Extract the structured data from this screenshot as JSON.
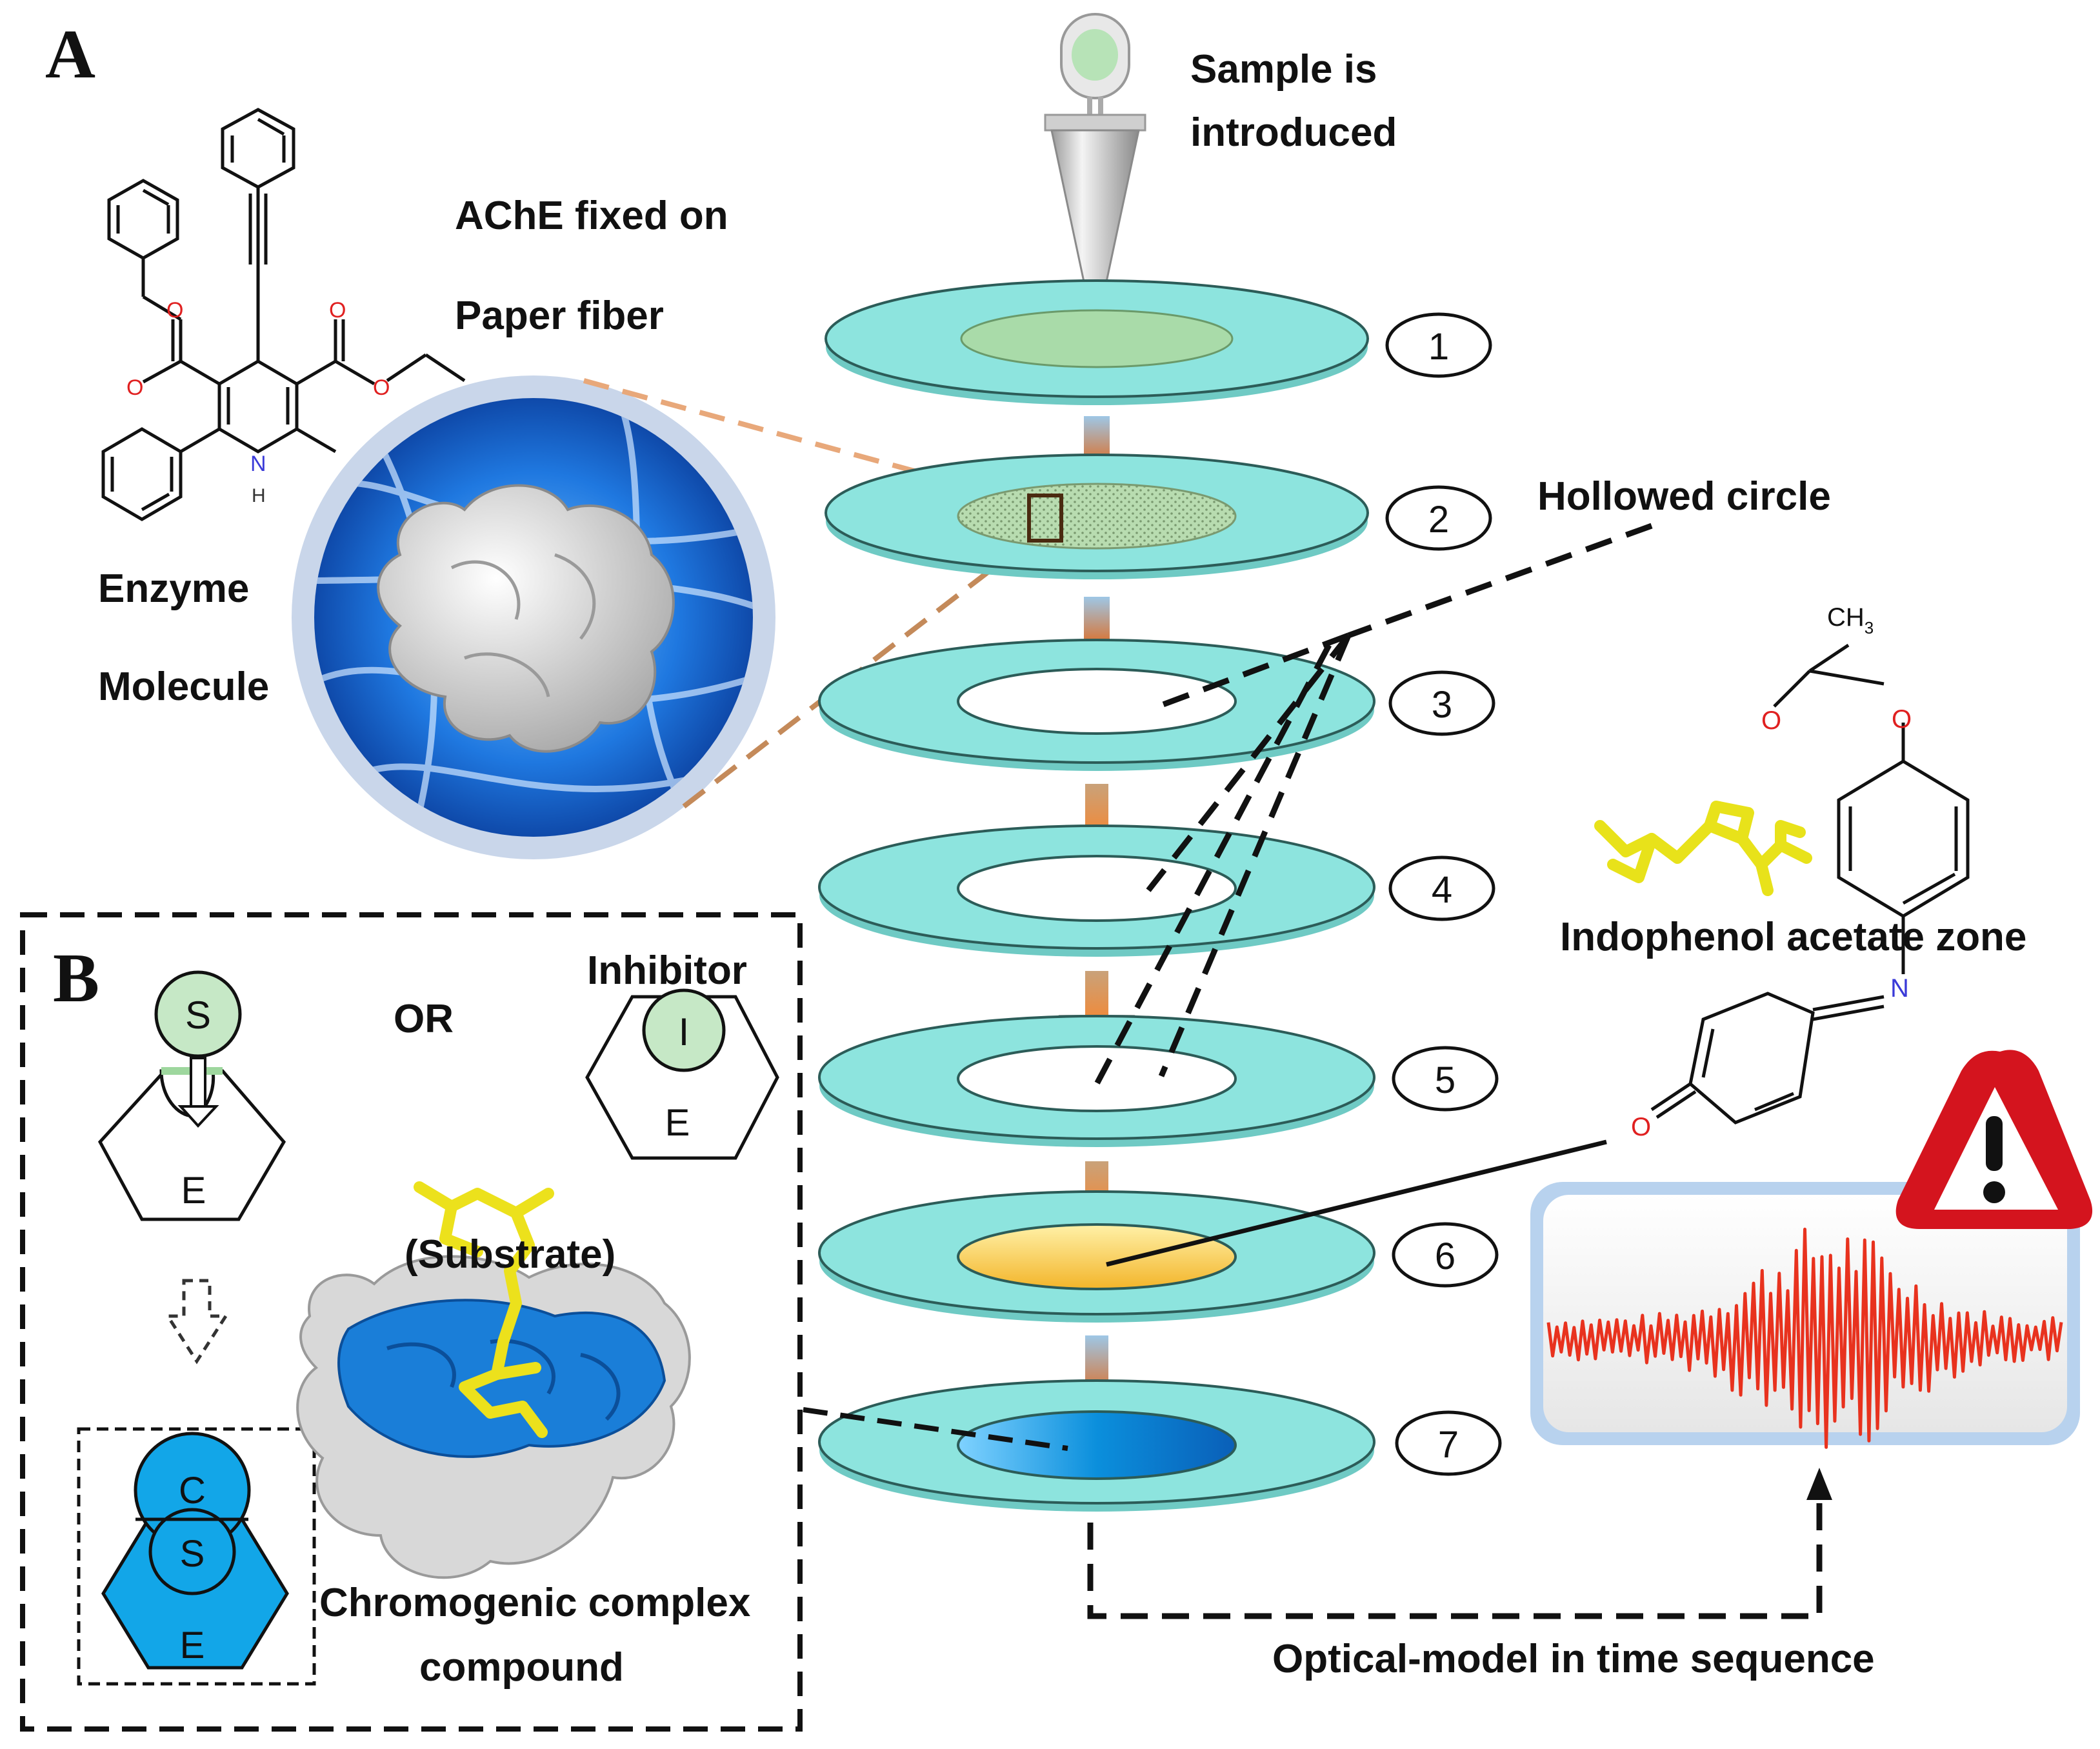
{
  "panels": {
    "a": "A",
    "b": "B"
  },
  "labels": {
    "sample": [
      "Sample is",
      "introduced"
    ],
    "ache": [
      "AChE fixed on",
      "Paper fiber"
    ],
    "enzyme": [
      "Enzyme",
      "Molecule"
    ],
    "hollowed": "Hollowed circle",
    "indophenol": "Indophenol acetate zone",
    "inhibitor": "Inhibitor",
    "or": "OR",
    "substrate": "(Substrate)",
    "chromogenic": [
      "Chromogenic complex",
      "compound"
    ],
    "optical": "Optical-model in time sequence"
  },
  "layers": [
    "1",
    "2",
    "3",
    "4",
    "5",
    "6",
    "7"
  ],
  "schematic": {
    "s": "S",
    "e": "E",
    "i": "I",
    "c": "C"
  },
  "chem": {
    "ch3": "CH",
    "sub3": "3",
    "o": "O",
    "n": "N",
    "h": "H"
  },
  "colors": {
    "disc": "#8de4de",
    "sample_zone": "#a9dba9",
    "yellow_zone": "#f7c948",
    "blue_zone": "#1ea2e6",
    "complex": "#12a6e8",
    "signal": "#e8321e",
    "warning": "#d4141e",
    "oxygen": "#e02020",
    "nitrogen": "#3a3ad8"
  }
}
